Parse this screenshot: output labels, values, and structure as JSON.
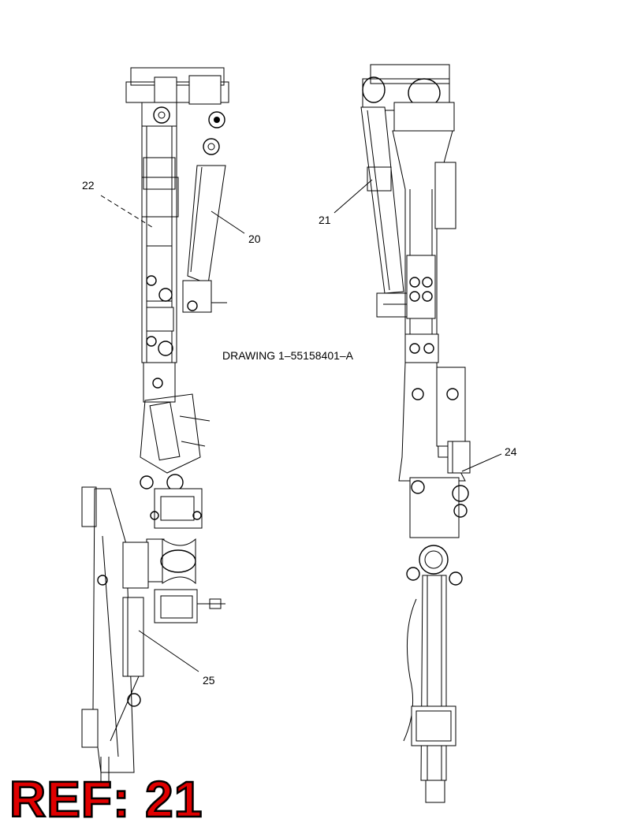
{
  "drawing": {
    "title": "DRAWING 1–55158401–A",
    "callouts": {
      "c20": "20",
      "c21": "21",
      "c22": "22",
      "c24": "24",
      "c25": "25"
    }
  },
  "ref": {
    "label": "REF: 21",
    "color": "#e00000"
  }
}
